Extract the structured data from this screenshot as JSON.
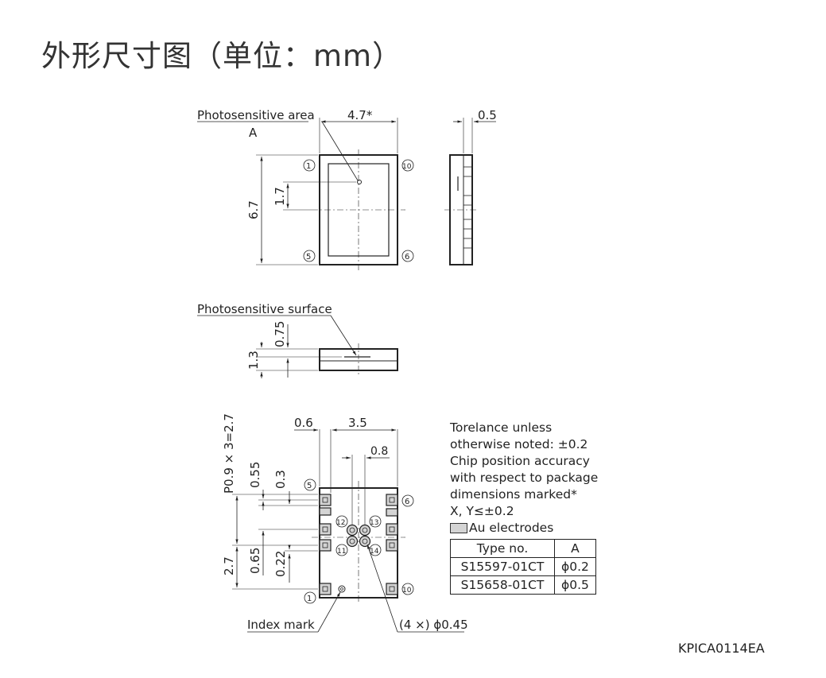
{
  "title": "外形尺寸图（单位：mm）",
  "top_view": {
    "dim_width": "4.7*",
    "dim_height": "6.7",
    "dim_offset": "1.7",
    "label_area": "Photosensitive area",
    "label_area_sub": "A",
    "pin1": "1",
    "pin10": "10",
    "pin5": "5",
    "pin6": "6"
  },
  "side_view": {
    "dim_thickness": "0.5"
  },
  "section_view": {
    "label_surface": "Photosensitive surface",
    "dim_surface": "0.75",
    "dim_total": "1.3"
  },
  "bottom_view": {
    "dim_pitch": "P0.9 × 3=2.7",
    "dim_055": "0.55",
    "dim_03": "0.3",
    "dim_06": "0.6",
    "dim_35": "3.5",
    "dim_08": "0.8",
    "dim_27": "2.7",
    "dim_065": "0.65",
    "dim_022": "0.22",
    "pin5": "5",
    "pin6": "6",
    "pin1": "1",
    "pin10": "10",
    "pin11": "11",
    "pin12": "12",
    "pin13": "13",
    "pin14": "14",
    "label_index": "Index mark",
    "label_holes": "(4 ×) ϕ0.45"
  },
  "notes": [
    "Torelance unless",
    "otherwise noted: ±0.2",
    "Chip position accuracy",
    "with respect to package",
    "dimensions marked*",
    "X, Y≤±0.2"
  ],
  "legend_label": "Au electrodes",
  "table": {
    "headers": [
      "Type no.",
      "A"
    ],
    "rows": [
      [
        "S15597-01CT",
        "ϕ0.2"
      ],
      [
        "S15658-01CT",
        "ϕ0.5"
      ]
    ]
  },
  "drawing_code": "KPICA0114EA"
}
